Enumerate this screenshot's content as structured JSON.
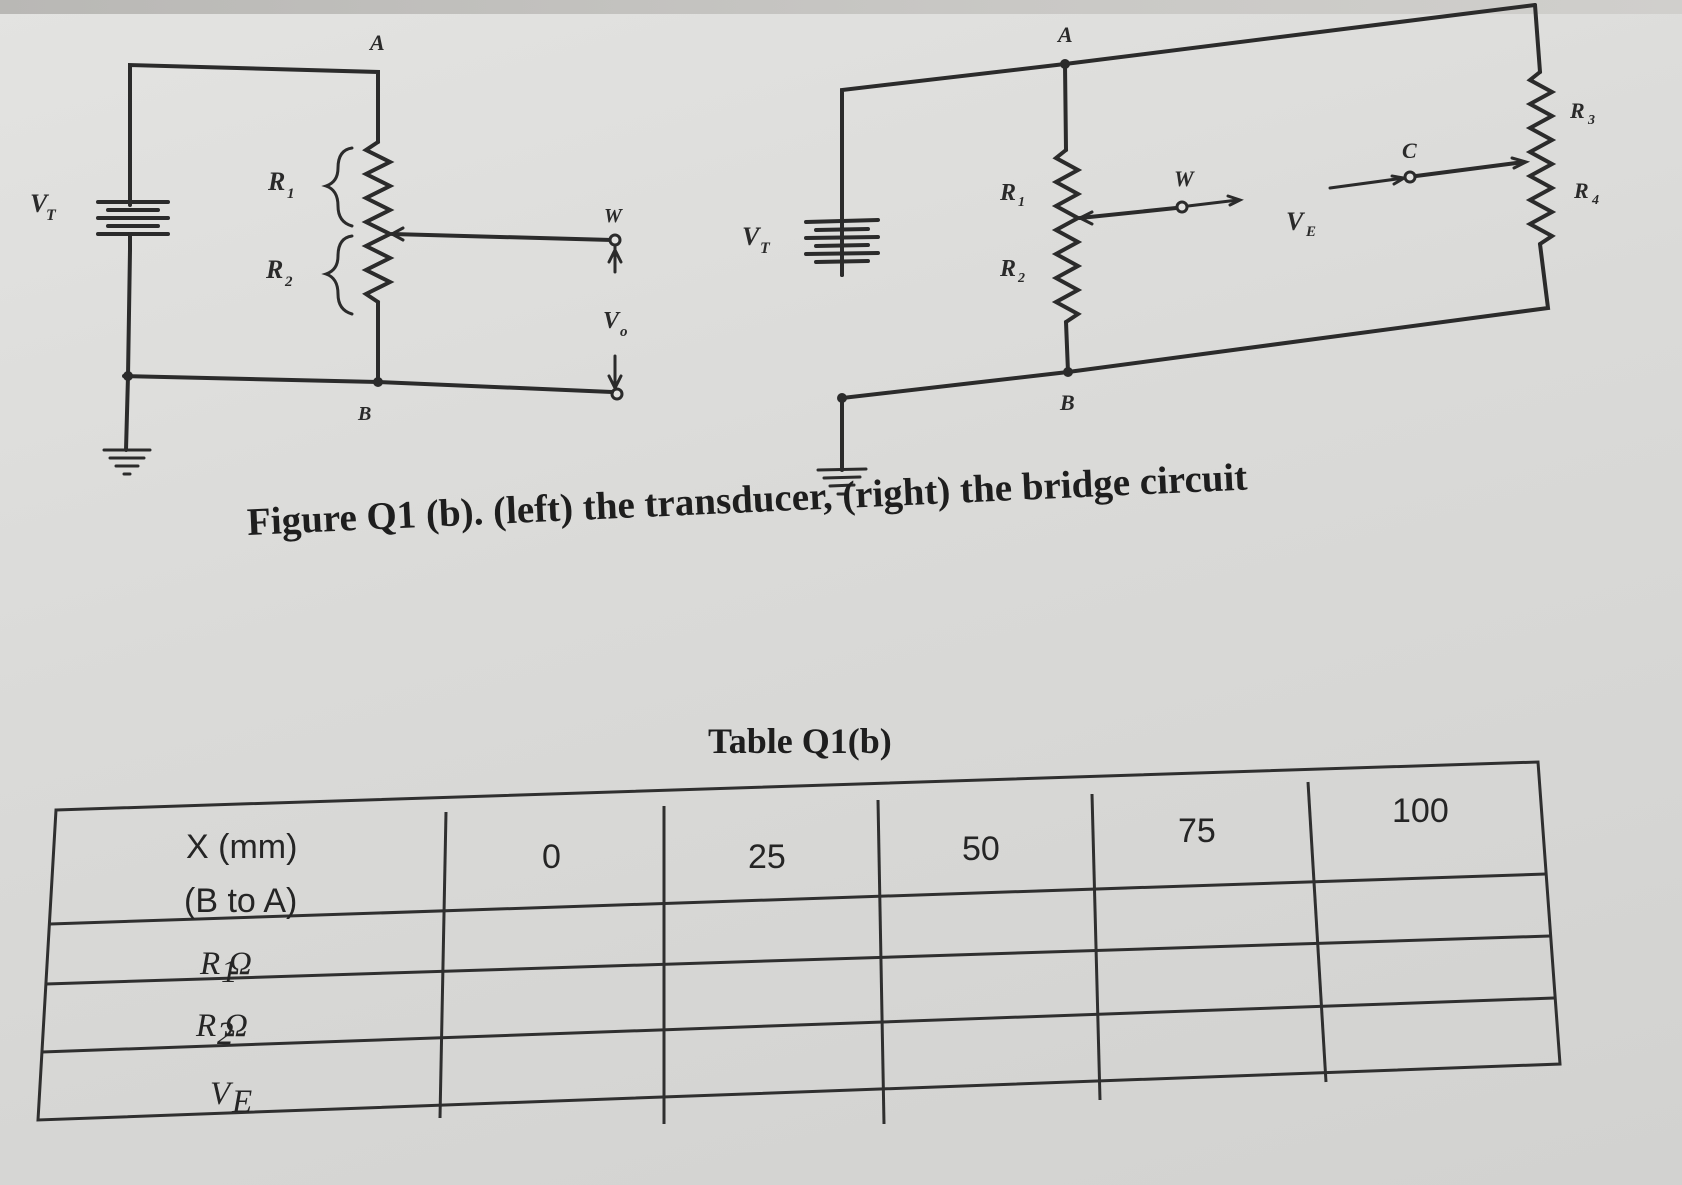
{
  "figure": {
    "caption": "Figure Q1 (b). (left) the transducer, (right) the bridge circuit",
    "left": {
      "vt": "V",
      "vt_sub": "T",
      "node_a": "A",
      "node_b": "B",
      "r1": "R",
      "r1_sub": "1",
      "r2": "R",
      "r2_sub": "2",
      "wiper": "W",
      "vo": "V",
      "vo_sub": "o"
    },
    "right": {
      "vt": "V",
      "vt_sub": "T",
      "node_a": "A",
      "node_b": "B",
      "node_c": "C",
      "wiper": "W",
      "r1": "R",
      "r1_sub": "1",
      "r2": "R",
      "r2_sub": "2",
      "r3": "R",
      "r3_sub": "3",
      "r4": "R",
      "r4_sub": "4",
      "ve": "V",
      "ve_sub": "E"
    }
  },
  "table": {
    "title": "Table Q1(b)",
    "header_label_line1": "X (mm)",
    "header_label_line2": "(B to A)",
    "columns": [
      "0",
      "25",
      "50",
      "75",
      "100"
    ],
    "rows": [
      {
        "label": "R",
        "sub": "1",
        "unit": " Ω"
      },
      {
        "label": "R",
        "sub": "2",
        "unit": " Ω"
      },
      {
        "label": "V",
        "sub": "E",
        "unit": ""
      }
    ]
  }
}
